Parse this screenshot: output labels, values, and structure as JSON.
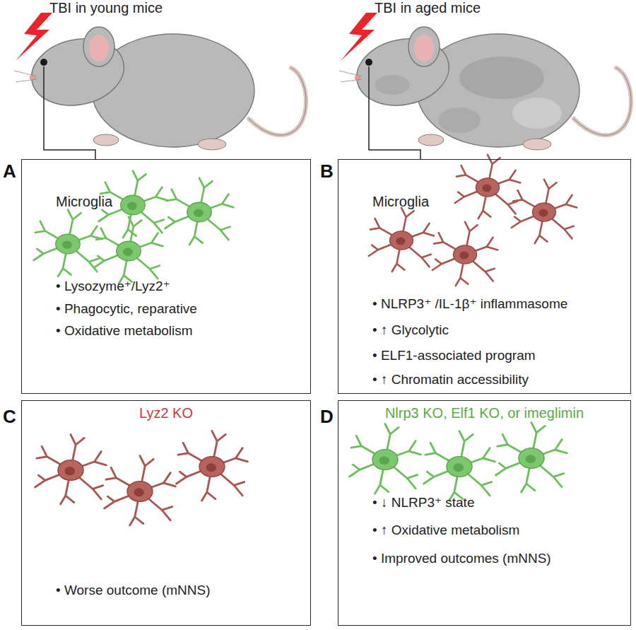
{
  "diagram": {
    "nodes": [
      {
        "text": [
          "A",
          "Microglia",
          "• Lysozyme⁺/Lyz2⁺",
          "• Phagocytic, reparative",
          "• Oxidative metabolism"
        ]
      },
      {
        "text": [
          "B",
          "Microglia",
          "• NLRP3⁺ /IL-1β⁺ inflammasome",
          "• ↑ Glycolytic",
          "• ELF1-associated program",
          "• ↑ Chromatin accessibility"
        ]
      },
      {
        "text": [
          "C",
          "Lyz2 KO",
          "• Worse outcome (mNNS)"
        ]
      },
      {
        "text": [
          "D",
          "Nlrp3 KO, Elf1 KO, or imeglimin",
          "• ↓ NLRP3⁺ state",
          "• ↑ Oxidative metabolism",
          "• Improved outcomes (mNNS)"
        ]
      }
    ],
    "labels": [
      "TBI in young mice",
      "TBI in aged mice"
    ]
  }
}
